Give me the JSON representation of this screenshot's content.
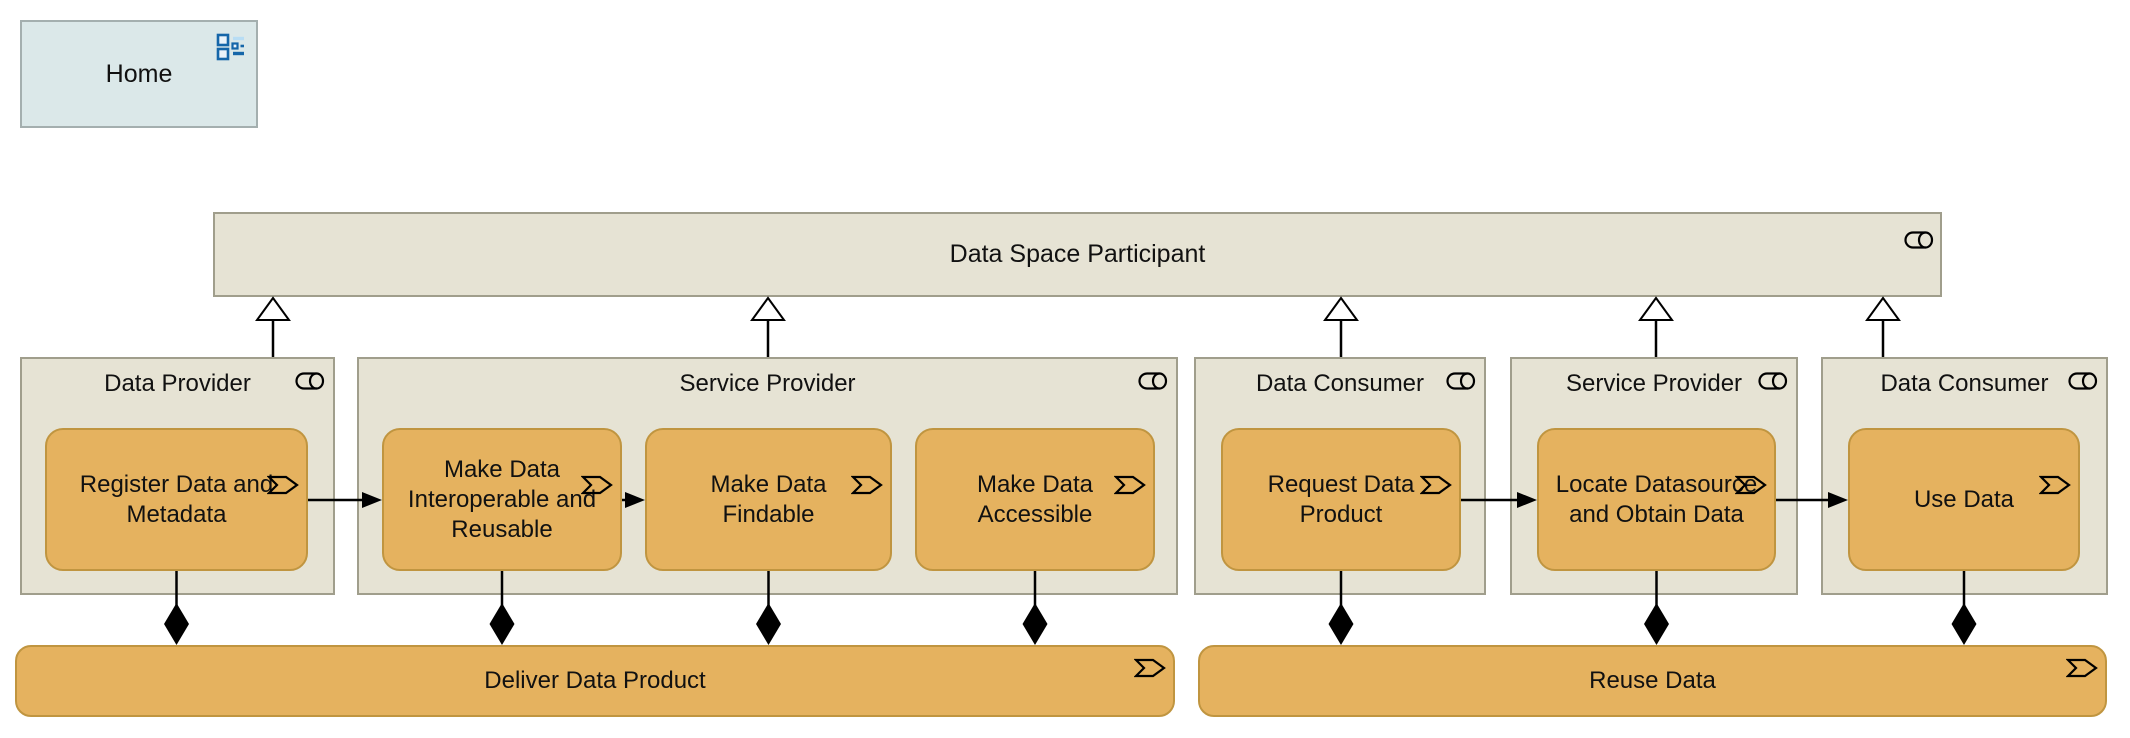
{
  "home": {
    "label": "Home",
    "icon": "view-diagram-icon"
  },
  "participant": {
    "label": "Data Space Participant",
    "icon": "business-role-icon"
  },
  "roles": [
    {
      "label": "Data Provider"
    },
    {
      "label": "Service Provider"
    },
    {
      "label": "Data Consumer"
    },
    {
      "label": "Service Provider"
    },
    {
      "label": "Data Consumer"
    }
  ],
  "processes": [
    {
      "label": "Register Data and\nMetadata"
    },
    {
      "label": "Make Data\nInteroperable and\nReusable"
    },
    {
      "label": "Make Data\nFindable"
    },
    {
      "label": "Make Data\nAccessible"
    },
    {
      "label": "Request Data\nProduct"
    },
    {
      "label": "Locate Datasource\nand Obtain Data"
    },
    {
      "label": "Use Data"
    }
  ],
  "bands": [
    {
      "label": "Deliver Data Product"
    },
    {
      "label": "Reuse Data"
    }
  ],
  "colors": {
    "role_fill": "#e6e3d4",
    "role_border": "#a09e8c",
    "process_fill": "#e5b25f",
    "process_border": "#c09540",
    "home_fill": "#dbe8e9",
    "home_border": "#a4afaf",
    "icon_blue": "#1566a9",
    "icon_light_blue": "#b8ddf4",
    "line_color": "#000000"
  }
}
